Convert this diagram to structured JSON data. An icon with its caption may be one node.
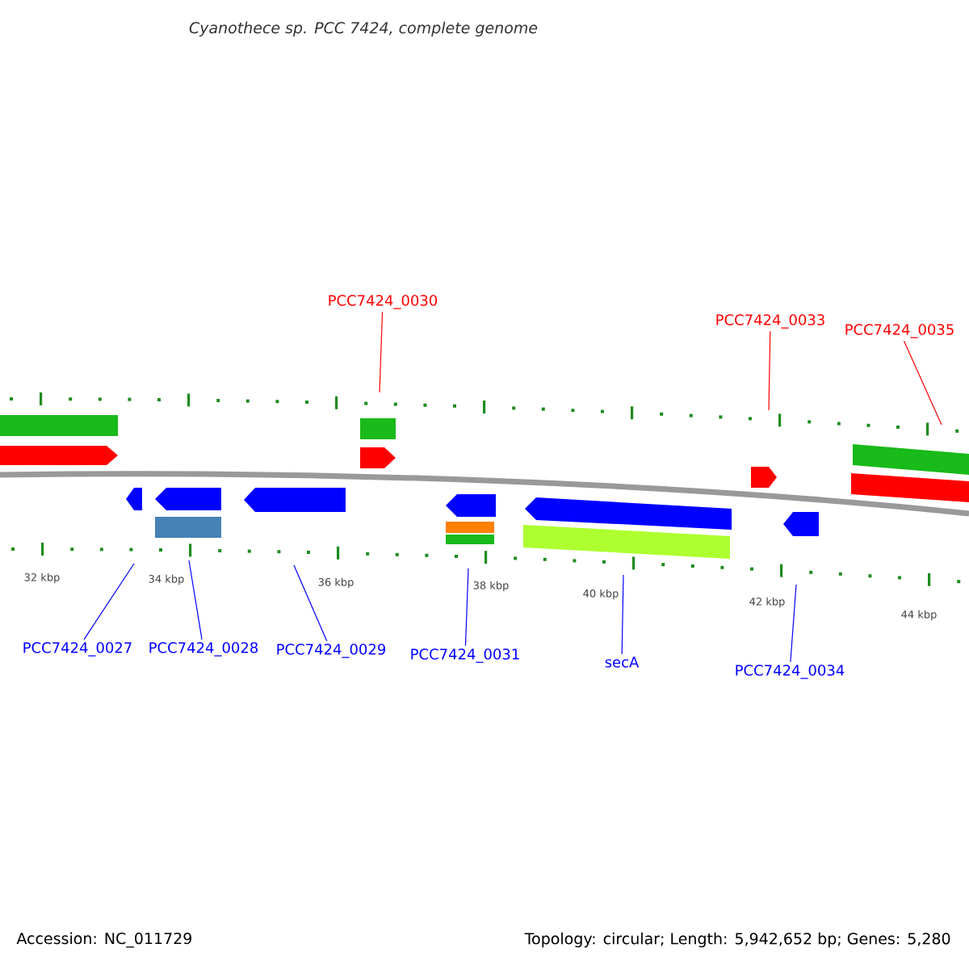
{
  "diagram": {
    "title": "Cyanothece sp. PCC 7424, complete genome",
    "nodes": [
      {
        "text": [
          "PCC7424_0030"
        ]
      },
      {
        "text": [
          "PCC7424_0033"
        ]
      },
      {
        "text": [
          "PCC7424_0035"
        ]
      },
      {
        "text": [
          "PCC7424_0027"
        ]
      },
      {
        "text": [
          "PCC7424_0028"
        ]
      },
      {
        "text": [
          "PCC7424_0029"
        ]
      },
      {
        "text": [
          "PCC7424_0031"
        ]
      },
      {
        "text": [
          "secA"
        ]
      },
      {
        "text": [
          "PCC7424_0034"
        ]
      }
    ],
    "edges": [
      {
        "from": 0,
        "to": null,
        "arrow": "none",
        "color": "#ff0000"
      },
      {
        "from": 1,
        "to": null,
        "arrow": "none",
        "color": "#ff0000"
      },
      {
        "from": 2,
        "to": null,
        "arrow": "none",
        "color": "#ff0000"
      },
      {
        "from": 3,
        "to": null,
        "arrow": "none"
      },
      {
        "from": 4,
        "to": null,
        "arrow": "none"
      },
      {
        "from": 5,
        "to": null,
        "arrow": "none"
      },
      {
        "from": 6,
        "to": null,
        "arrow": "none"
      },
      {
        "from": 7,
        "to": null,
        "arrow": "none"
      },
      {
        "from": 8,
        "to": null,
        "arrow": "none"
      }
    ],
    "labels": [
      "32 kbp",
      "34 kbp",
      "36 kbp",
      "38 kbp",
      "40 kbp",
      "42 kbp",
      "44 kbp",
      "Accession: NC_011729",
      "Topology: circular; Length: 5,942,652 bp; Genes: 5,280"
    ]
  }
}
